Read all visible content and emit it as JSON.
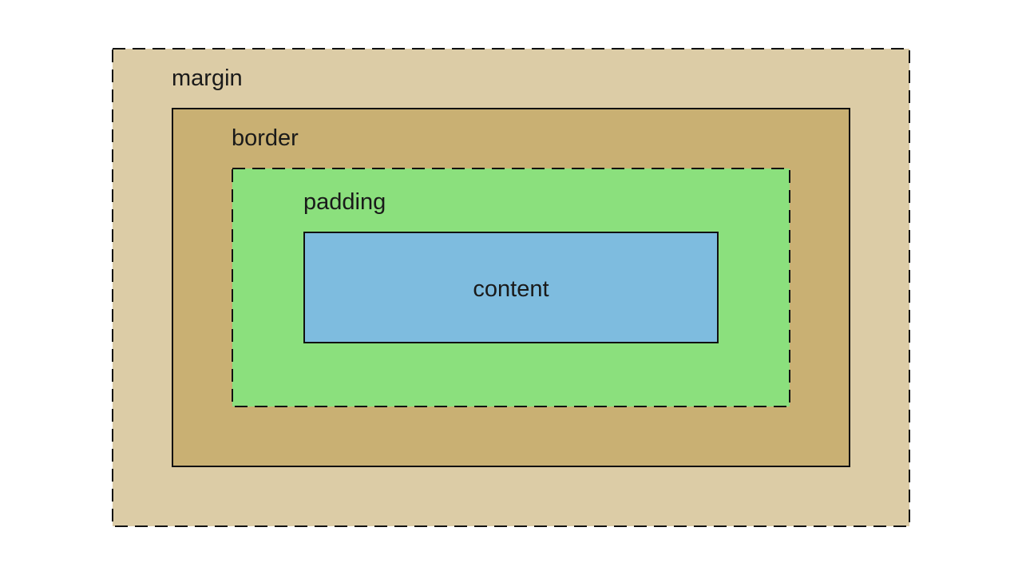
{
  "diagram": {
    "layers": {
      "margin": {
        "label": "margin",
        "color": "#dccca6",
        "border_style": "dashed"
      },
      "border": {
        "label": "border",
        "color": "#c9b073",
        "border_style": "solid"
      },
      "padding": {
        "label": "padding",
        "color": "#8be07d",
        "border_style": "dashed"
      },
      "content": {
        "label": "content",
        "color": "#7ebcdf",
        "border_style": "solid"
      }
    },
    "outline_color": "#111111"
  }
}
